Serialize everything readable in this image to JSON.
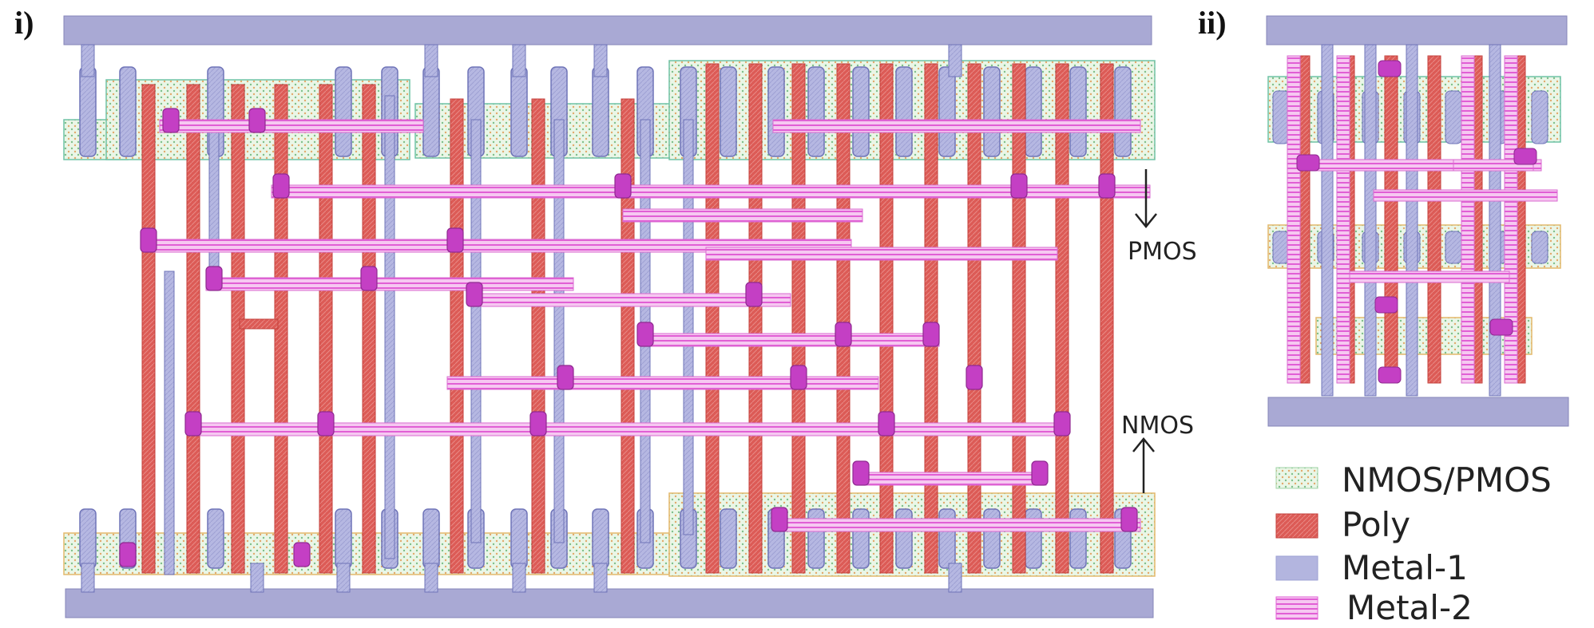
{
  "panels": [
    {
      "id": "i",
      "label": "i)"
    },
    {
      "id": "ii",
      "label": "ii)"
    }
  ],
  "annotations": {
    "pmos": "PMOS",
    "nmos": "NMOS"
  },
  "legend": [
    {
      "key": "active",
      "label": "NMOS/PMOS",
      "color": "#9fd3a4"
    },
    {
      "key": "poly",
      "label": "Poly",
      "color": "#d9534f"
    },
    {
      "key": "metal1",
      "label": "Metal-1",
      "color": "#a8a8d6"
    },
    {
      "key": "metal2",
      "label": "Metal-2",
      "color": "#e45fd6"
    }
  ],
  "colors": {
    "rail": "#a9a9d4",
    "rail_stroke": "#8585b8",
    "poly": "#db5a55",
    "poly_stroke": "#c33f3b",
    "metal1": "#a7aad8",
    "metal1_stroke": "#6f74b8",
    "metal2": "#e76ad8",
    "via": "#c43fc4",
    "active_outline": "#6fc3a6",
    "active_outline2": "#e3b86b"
  }
}
